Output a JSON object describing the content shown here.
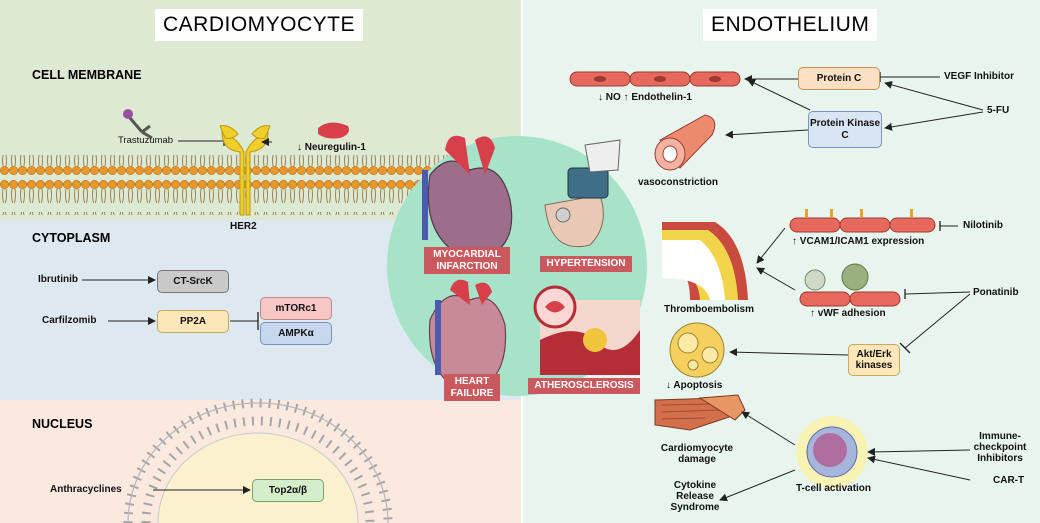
{
  "titles": {
    "left": "CARDIOMYOCYTE",
    "right": "ENDOTHELIUM"
  },
  "sections": {
    "membrane": "CELL MEMBRANE",
    "cytoplasm": "CYTOPLASM",
    "nucleus": "NUCLEUS"
  },
  "cardiomyocyte": {
    "trastuzumab": "Trastuzumab",
    "her2": "HER2",
    "neuregulin": "↓ Neuregulin-1",
    "ibrutinib": "Ibrutinib",
    "ctsrck": "CT-SrcK",
    "carfilzomib": "Carfilzomib",
    "pp2a": "PP2A",
    "mtorc1": "mTORc1",
    "ampk": "AMPKα",
    "anthracyclines": "Anthracyclines",
    "top2": "Top2α/β"
  },
  "center": {
    "mi": "MYOCARDIAL INFARCTION",
    "hypertension": "HYPERTENSION",
    "hf": "HEART FAILURE",
    "atherosclerosis": "ATHEROSCLEROSIS"
  },
  "endothelium": {
    "protein_c": "Protein C",
    "vegf": "VEGF Inhibitor",
    "fiveFU": "5-FU",
    "pkc": "Protein Kinase C",
    "no_endothelin": "↓ NO ↑ Endothelin-1",
    "vasoconstriction": "vasoconstriction",
    "nilotinib": "Nilotinib",
    "vcam": "↑ VCAM1/ICAM1 expression",
    "thromboembolism": "Thromboembolism",
    "vwf": "↑ vWF adhesion",
    "ponatinib": "Ponatinib",
    "aktErk": "Akt/Erk kinases",
    "apoptosis": "↓ Apoptosis",
    "cm_damage": "Cardiomyocyte damage",
    "icis": "Immune-checkpoint Inhibitors",
    "tcell": "T-cell activation",
    "cart": "CAR-T",
    "crs": "Cytokine Release Syndrome"
  },
  "colors": {
    "membrane_bg": "#dde9d2",
    "cytoplasm_bg": "#dde8f0",
    "nucleus_bg": "#fbe9e0",
    "endothelium_bg": "#e8f5ee",
    "center_circle": "#a7e3c8",
    "label_red": "#c9595d",
    "pp2a_fill": "#fde7b8",
    "mtor_fill": "#f6c7c5",
    "ampk_fill": "#c9d7ee",
    "ctsrck_fill": "#c9c9c9",
    "top2_fill": "#d5edc8"
  }
}
